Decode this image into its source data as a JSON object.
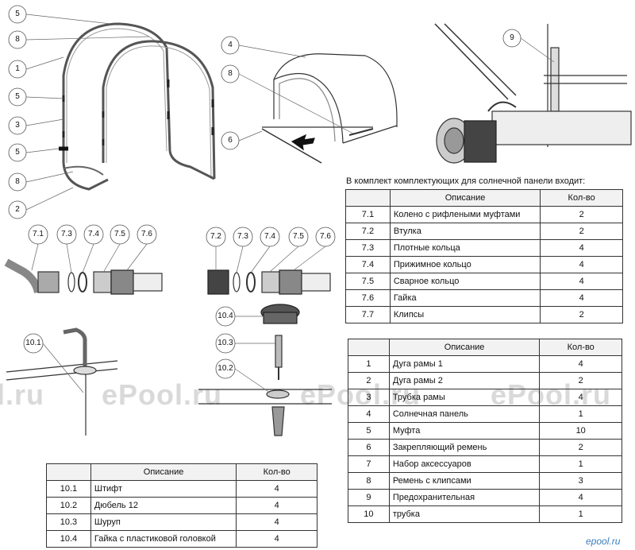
{
  "watermarks": [
    "l.ru",
    "ePool.ru",
    "ePool.ru",
    "ePool.ru"
  ],
  "logo": "epool.ru",
  "callouts": {
    "frame": [
      "5",
      "8",
      "1",
      "5",
      "3",
      "5",
      "8",
      "2"
    ],
    "panel": [
      "4",
      "8",
      "6"
    ],
    "strap": [
      "9"
    ],
    "elbow": [
      "7.1",
      "7.3",
      "7.4",
      "7.5",
      "7.6"
    ],
    "sleeve": [
      "7.2",
      "7.3",
      "7.4",
      "7.5",
      "7.6"
    ],
    "anchor": [
      "10.4",
      "10.3",
      "10.2"
    ],
    "pin": [
      "10.1"
    ]
  },
  "kit_caption": "В комплект комплектующих для солнечной панели входит:",
  "kit_table": {
    "headers": [
      "",
      "Описание",
      "Кол-во"
    ],
    "rows": [
      {
        "n": "7.1",
        "desc": "Колено с рифлеными муфтами",
        "qty": "2"
      },
      {
        "n": "7.2",
        "desc": "Втулка",
        "qty": "2"
      },
      {
        "n": "7.3",
        "desc": "Плотные кольца",
        "qty": "4"
      },
      {
        "n": "7.4",
        "desc": "Прижимное кольцо",
        "qty": "4"
      },
      {
        "n": "7.5",
        "desc": "Сварное кольцо",
        "qty": "4"
      },
      {
        "n": "7.6",
        "desc": "Гайка",
        "qty": "4"
      },
      {
        "n": "7.7",
        "desc": "Клипсы",
        "qty": "2"
      }
    ]
  },
  "main_table": {
    "headers": [
      "",
      "Описание",
      "Кол-во"
    ],
    "rows": [
      {
        "n": "1",
        "desc": "Дуга рамы 1",
        "qty": "4"
      },
      {
        "n": "2",
        "desc": "Дуга рамы 2",
        "qty": "2"
      },
      {
        "n": "3",
        "desc": "Трубка рамы",
        "qty": "4"
      },
      {
        "n": "4",
        "desc": "Солнечная панель",
        "qty": "1"
      },
      {
        "n": "5",
        "desc": "Муфта",
        "qty": "10"
      },
      {
        "n": "6",
        "desc": "Закрепляющий ремень",
        "qty": "2"
      },
      {
        "n": "7",
        "desc": "Набор аксессуаров",
        "qty": "1"
      },
      {
        "n": "8",
        "desc": "Ремень с клипсами",
        "qty": "3"
      },
      {
        "n": "9",
        "desc": "Предохранительная",
        "qty": "4"
      },
      {
        "n": "10",
        "desc": "трубка",
        "qty": "1"
      }
    ]
  },
  "anchor_table": {
    "headers": [
      "",
      "Описание",
      "Кол-во"
    ],
    "rows": [
      {
        "n": "10.1",
        "desc": "Штифт",
        "qty": "4"
      },
      {
        "n": "10.2",
        "desc": "Дюбель 12",
        "qty": "4"
      },
      {
        "n": "10.3",
        "desc": "Шуруп",
        "qty": "4"
      },
      {
        "n": "10.4",
        "desc": "Гайка с пластиковой головкой",
        "qty": "4"
      }
    ]
  }
}
